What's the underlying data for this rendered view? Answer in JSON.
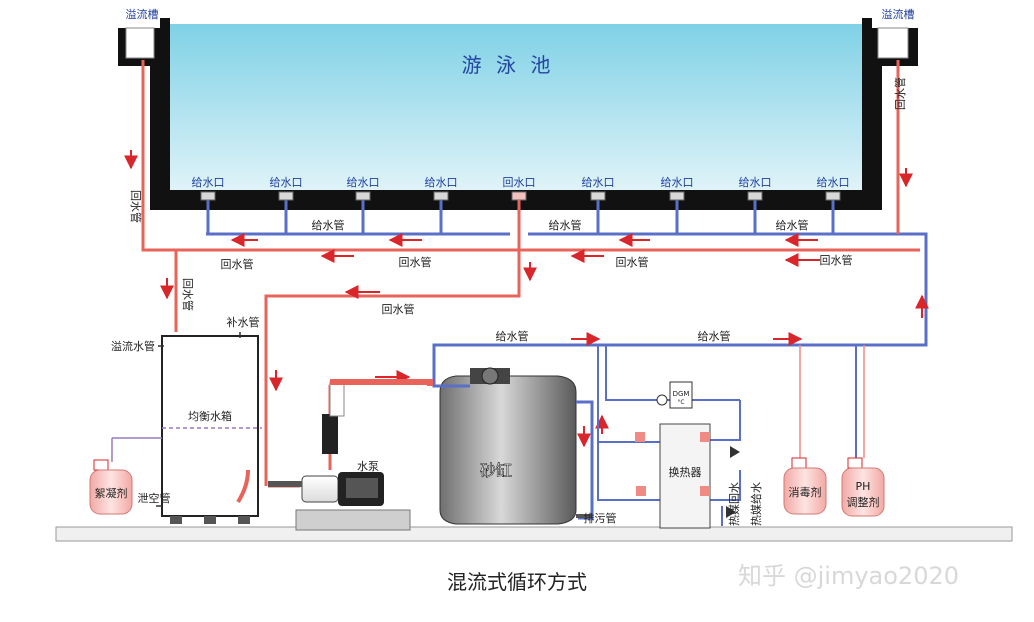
{
  "pool": {
    "title": "游  泳  池",
    "overflow_trough": "溢流槽",
    "outlets": [
      "给水口",
      "给水口",
      "给水口",
      "给水口",
      "回水口",
      "给水口",
      "给水口",
      "给水口",
      "给水口"
    ]
  },
  "pipes": {
    "return_pipe": "回水管",
    "supply_pipe": "给水管",
    "makeup_pipe": "补水管",
    "overflow_pipe": "溢流水管",
    "drain_pipe": "泄空管",
    "sewage_pipe": "排污管",
    "heat_return": "热媒回水",
    "heat_supply": "热媒给水"
  },
  "equipment": {
    "balance_tank": "均衡水箱",
    "pump": "水泵",
    "sand_tank": "砂缸",
    "heat_exchanger": "换热器",
    "dgm": "DGM",
    "dgm_unit": "°C",
    "coagulant": "絮凝剂",
    "disinfectant": "消毒剂",
    "ph_line1": "PH",
    "ph_line2": "调整剂"
  },
  "caption": "混流式循环方式",
  "watermark": "知乎 @jimyao2020",
  "colors": {
    "return_pipe": "#e8635a",
    "supply_pipe": "#5a6fc8",
    "arrow": "#d8262b",
    "pool_top": "#7fd1e6",
    "pool_bottom": "#d7f1f6",
    "chem_tank": "#f7c6c3"
  }
}
